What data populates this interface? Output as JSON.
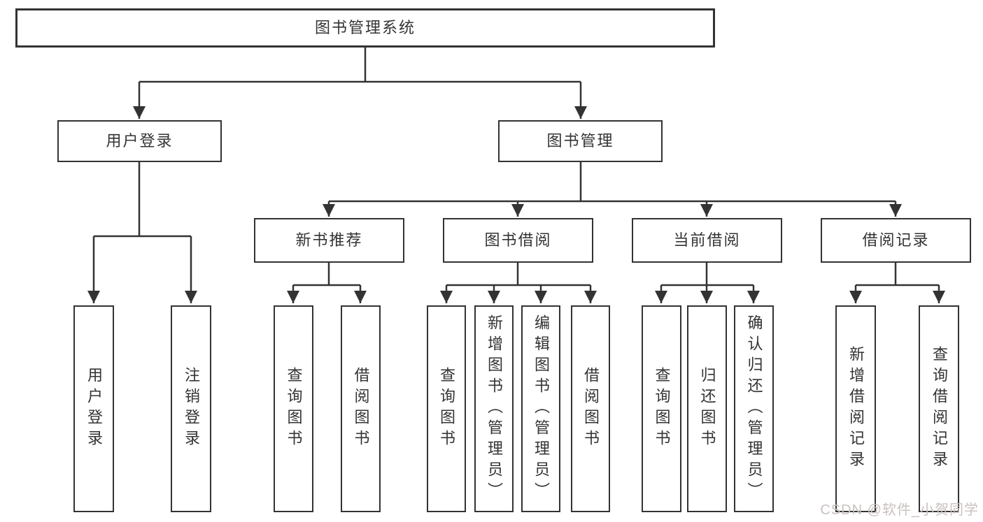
{
  "nodes": {
    "root": "图书管理系统",
    "user_login": "用户登录",
    "book_management": "图书管理",
    "new_book_recommend": "新书推荐",
    "book_borrow": "图书借阅",
    "current_borrow": "当前借阅",
    "borrow_records": "借阅记录",
    "leaves": {
      "user_login": [
        "用户登录",
        "注销登录"
      ],
      "new_book_recommend": [
        "查询图书",
        "借阅图书"
      ],
      "book_borrow": [
        "查询图书",
        "新增图书（管理员）",
        "编辑图书（管理员）",
        "借阅图书"
      ],
      "current_borrow": [
        "查询图书",
        "归还图书",
        "确认归还（管理员）"
      ],
      "borrow_records": [
        "新增借阅记录",
        "查询借阅记录"
      ]
    }
  },
  "watermark": "CSDN @软件_小贺同学",
  "colors": {
    "line": "#333333",
    "border": "#333333",
    "text": "#333333",
    "background": "#ffffff",
    "watermark": "#cbc0c0"
  }
}
